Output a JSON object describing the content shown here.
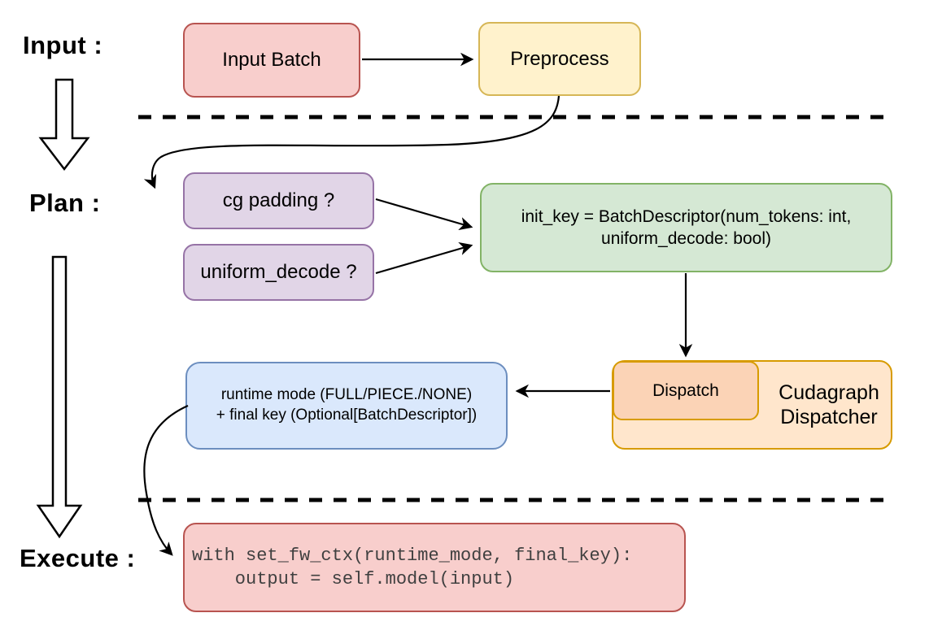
{
  "diagram_title": "Cudagraph dispatch flow (Input / Plan / Execute)",
  "palette": {
    "red_fill": "#f8cecc",
    "red_stroke": "#b85450",
    "yellow_fill": "#fff2cc",
    "yellow_stroke": "#d6b656",
    "purple_fill": "#e1d5e7",
    "purple_stroke": "#9673a6",
    "green_fill": "#d5e8d4",
    "green_stroke": "#82b366",
    "blue_fill": "#dae8fc",
    "blue_stroke": "#6c8ebf",
    "peach_fill": "#ffe6cc",
    "salmon_fill": "#fbd3b6",
    "orange_stroke": "#d79b00",
    "line_color": "#000000",
    "code_text_color": "#404040"
  },
  "labels": {
    "input": "Input :",
    "plan": "Plan :",
    "execute": "Execute :"
  },
  "nodes": {
    "input_batch": {
      "label": "Input Batch"
    },
    "preprocess": {
      "label": "Preprocess"
    },
    "cg_padding": {
      "label": "cg padding ?"
    },
    "uniform_decode": {
      "label": "uniform_decode ?"
    },
    "init_key": {
      "lines": [
        "init_key = BatchDescriptor(num_tokens: int,",
        "uniform_decode: bool)"
      ]
    },
    "runtime_key": {
      "lines": [
        "runtime mode (FULL/PIECE./NONE)",
        "+ final key (Optional[BatchDescriptor])"
      ]
    },
    "dispatch": {
      "label": "Dispatch"
    },
    "cudagraph_dispatcher": {
      "lines": [
        "Cudagraph",
        "Dispatcher"
      ]
    },
    "execute_code": {
      "lines": [
        "with set_fw_ctx(runtime_mode, final_key):",
        "    output = self.model(input)"
      ]
    }
  }
}
